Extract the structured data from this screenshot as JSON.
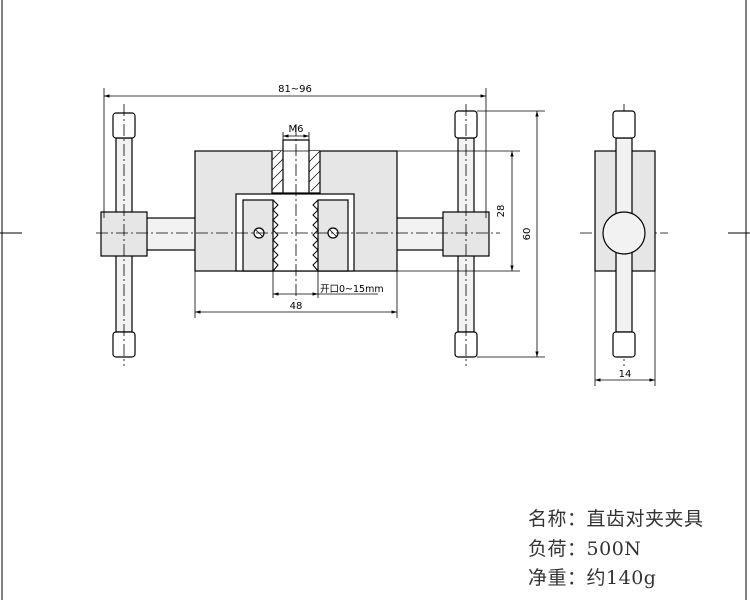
{
  "dimensions": {
    "overall_length": "81~96",
    "thread": "M6",
    "body_height": "28",
    "overall_height": "60",
    "jaw_opening": "开口0~15mm",
    "body_width": "48",
    "side_width": "14"
  },
  "specs": {
    "name_label": "名称：",
    "name_value": "直齿对夹夹具",
    "load_label": "负荷：",
    "load_value": "500N",
    "weight_label": "净重：",
    "weight_value": "约140g"
  },
  "colors": {
    "stroke": "#000000",
    "part_fill": "#e6e6e6",
    "rod_fill": "#f2f2f2"
  }
}
